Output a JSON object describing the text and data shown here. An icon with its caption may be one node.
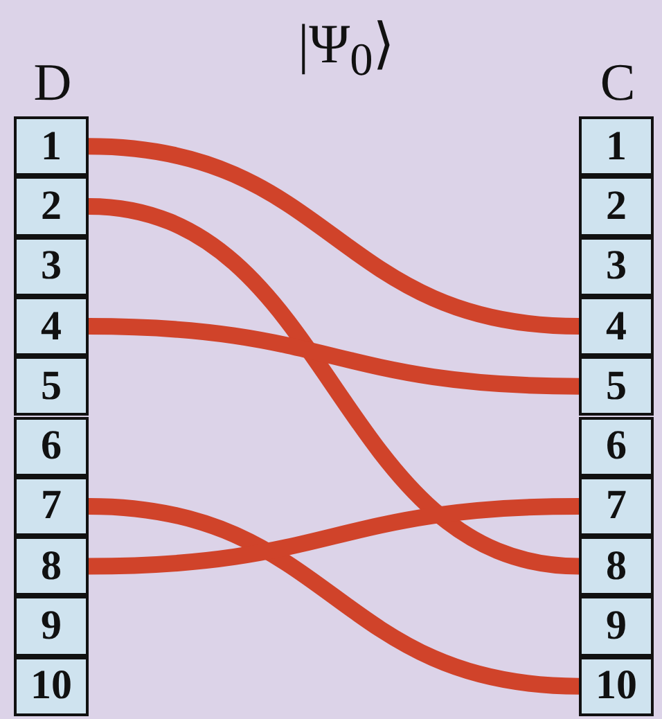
{
  "diagram": {
    "title": "|Ψ$_{0}$⟩",
    "nodes": [
      {
        "text": [
          "D"
        ]
      },
      {
        "text": [
          "1"
        ],
        "in": 0
      },
      {
        "text": [
          "2"
        ],
        "in": 0
      },
      {
        "text": [
          "3"
        ],
        "in": 0
      },
      {
        "text": [
          "4"
        ],
        "in": 0
      },
      {
        "text": [
          "5"
        ],
        "in": 0
      },
      {
        "text": [
          "6"
        ],
        "in": 0
      },
      {
        "text": [
          "7"
        ],
        "in": 0
      },
      {
        "text": [
          "8"
        ],
        "in": 0
      },
      {
        "text": [
          "9"
        ],
        "in": 0
      },
      {
        "text": [
          "10"
        ],
        "in": 0
      },
      {
        "text": [
          "C"
        ]
      },
      {
        "text": [
          "1"
        ],
        "in": 11
      },
      {
        "text": [
          "2"
        ],
        "in": 11
      },
      {
        "text": [
          "3"
        ],
        "in": 11
      },
      {
        "text": [
          "4"
        ],
        "in": 11
      },
      {
        "text": [
          "5"
        ],
        "in": 11
      },
      {
        "text": [
          "6"
        ],
        "in": 11
      },
      {
        "text": [
          "7"
        ],
        "in": 11
      },
      {
        "text": [
          "8"
        ],
        "in": 11
      },
      {
        "text": [
          "9"
        ],
        "in": 11
      },
      {
        "text": [
          "10"
        ],
        "in": 11
      }
    ],
    "edges": [
      {
        "from": 1,
        "to": 15,
        "arrow": "none"
      },
      {
        "from": 2,
        "to": 19,
        "arrow": "none"
      },
      {
        "from": 4,
        "to": 16,
        "arrow": "none"
      },
      {
        "from": 7,
        "to": 21,
        "arrow": "none"
      },
      {
        "from": 8,
        "to": 18,
        "arrow": "none"
      }
    ]
  }
}
